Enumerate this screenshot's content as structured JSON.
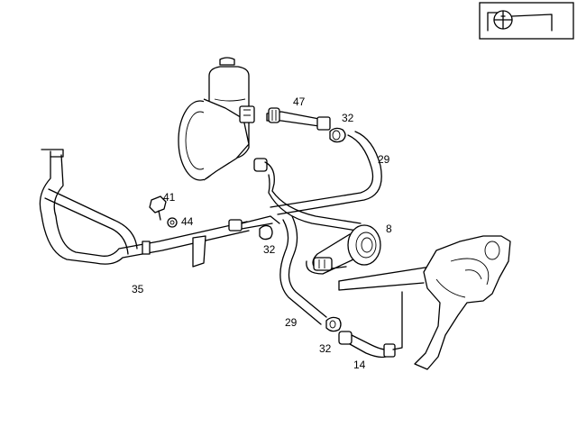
{
  "callouts": {
    "c47": "47",
    "c32_top": "32",
    "c29_top": "29",
    "c41": "41",
    "c44": "44",
    "c8": "8",
    "c32_mid": "32",
    "c35": "35",
    "c29_bottom": "29",
    "c32_bottom": "32",
    "c14": "14"
  },
  "icons": {
    "corner_symbol": "steering-wheel-vehicle-icon"
  }
}
